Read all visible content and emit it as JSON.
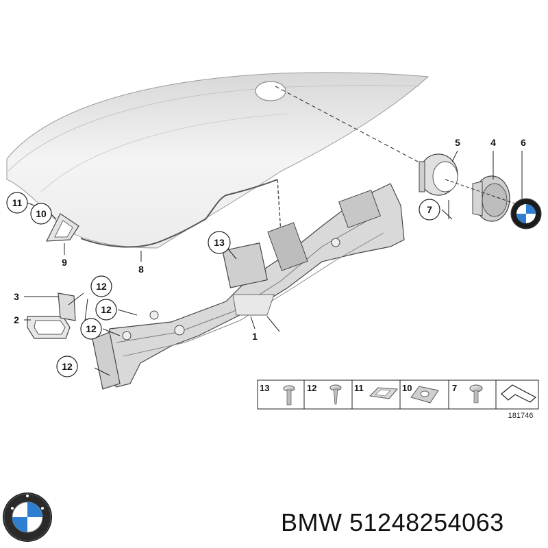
{
  "callouts": {
    "c1": "1",
    "c2": "2",
    "c3": "3",
    "c4": "4",
    "c5": "5",
    "c6": "6",
    "c7": "7",
    "c8": "8",
    "c9": "9",
    "c10": "10",
    "c11": "11",
    "c12": "12",
    "c13": "13"
  },
  "legend": {
    "items": [
      "13",
      "12",
      "11",
      "10",
      "7"
    ]
  },
  "figure_number": "181746",
  "footer": {
    "brand": "BMW",
    "part_number": "51248254063"
  },
  "colors": {
    "line": "#222222",
    "part_fill": "#e6e6e6",
    "part_shadow": "#9a9a9a",
    "bmw_blue": "#2f7fd1"
  }
}
